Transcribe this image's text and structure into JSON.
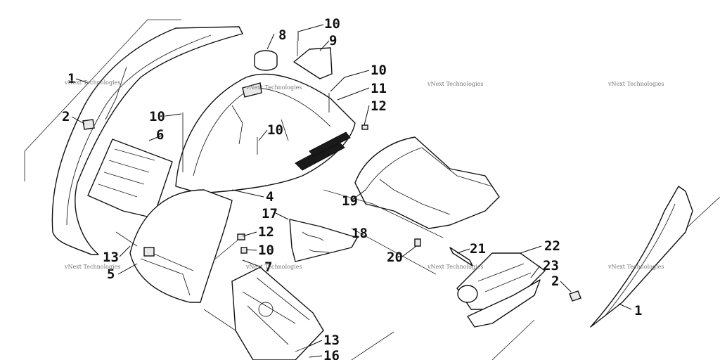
{
  "callouts": {
    "c1a": "1",
    "c1b": "1",
    "c2a": "2",
    "c2b": "2",
    "c4": "4",
    "c5": "5",
    "c6": "6",
    "c7": "7",
    "c8": "8",
    "c9": "9",
    "c10a": "10",
    "c10b": "10",
    "c10c": "10",
    "c10d": "10",
    "c10e": "10",
    "c11": "11",
    "c12a": "12",
    "c12b": "12",
    "c13a": "13",
    "c13b": "13",
    "c16": "16",
    "c17": "17",
    "c18": "18",
    "c19": "19",
    "c20": "20",
    "c21": "21",
    "c22": "22",
    "c23": "23"
  },
  "watermark": "vNext Technologies"
}
